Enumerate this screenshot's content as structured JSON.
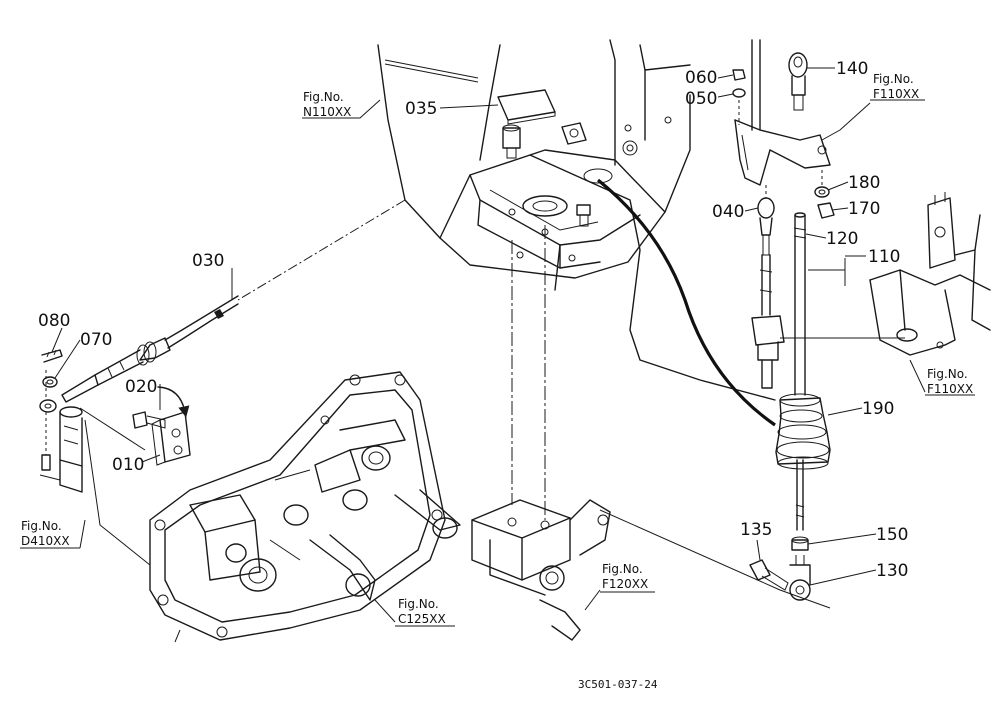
{
  "part_numbers": [
    "030",
    "035",
    "080",
    "070",
    "020",
    "010",
    "060",
    "050",
    "140",
    "180",
    "170",
    "040",
    "120",
    "110",
    "190",
    "135",
    "150",
    "130"
  ],
  "figure_refs": [
    {
      "label": "Fig.No.",
      "code": "N110XX"
    },
    {
      "label": "Fig.No.",
      "code": "F110XX"
    },
    {
      "label": "Fig.No.",
      "code": "F110XX"
    },
    {
      "label": "Fig.No.",
      "code": "D410XX"
    },
    {
      "label": "Fig.No.",
      "code": "C125XX"
    },
    {
      "label": "Fig.No.",
      "code": "F120XX"
    }
  ],
  "drawing_code": "3C501-037-24"
}
